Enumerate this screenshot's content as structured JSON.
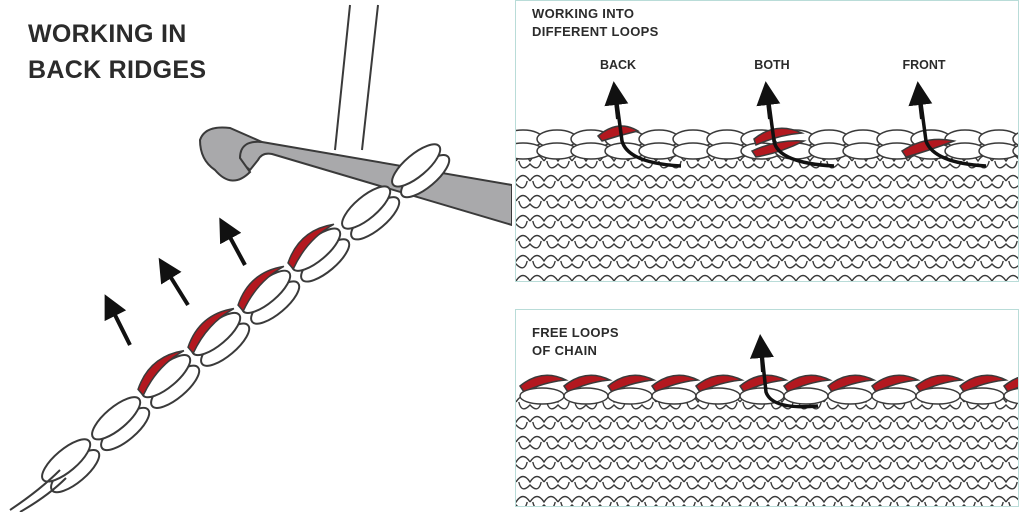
{
  "colors": {
    "yarn_outline": "#3a3a3a",
    "yarn_fill": "#ffffff",
    "highlight": "#b3181f",
    "hook": "#a9a9ab",
    "arrow": "#111111",
    "panel_border": "#b9dcd8"
  },
  "left_panel": {
    "title_line1": "WORKING IN",
    "title_line2": "BACK RIDGES"
  },
  "top_right_panel": {
    "title_line1": "WORKING INTO",
    "title_line2": "DIFFERENT LOOPS",
    "labels": [
      "BACK",
      "BOTH",
      "FRONT"
    ]
  },
  "bottom_right_panel": {
    "title_line1": "FREE LOOPS",
    "title_line2": "OF CHAIN"
  }
}
